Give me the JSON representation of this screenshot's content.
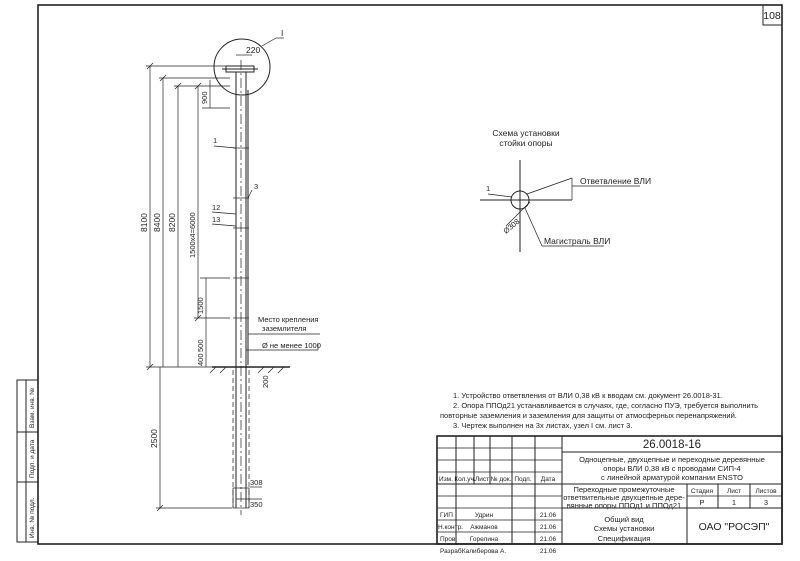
{
  "sheet": {
    "page_number": "108",
    "side_stamp": [
      "Инв. № подл.",
      "Подп. и дата",
      "Взам. инв. №"
    ]
  },
  "pole": {
    "callout_node": "I",
    "top_width": "220",
    "dim_900": "900",
    "dim_8100": "8100",
    "dim_8400": "8400",
    "dim_8200": "8200",
    "dim_1500x4": "1500х4=6000",
    "dim_1500": "1500",
    "dim_400": "400",
    "dim_500": "500",
    "dim_2500": "2500",
    "dim_200": "200",
    "dim_308": "308",
    "dim_350": "350",
    "pos_1": "1",
    "pos_3": "3",
    "pos_12": "12",
    "pos_13": "13",
    "ground_note_1": "Место крепления",
    "ground_note_2": "заземлителя",
    "ground_dia": "Ø не менее 1000"
  },
  "scheme": {
    "title_1": "Схема установки",
    "title_2": "стойки опоры",
    "pos_1": "1",
    "diameter": "Ø308",
    "branch": "Ответвление ВЛИ",
    "main": "Магистраль ВЛИ"
  },
  "notes": [
    "1. Устройство ответвления от ВЛИ 0,38 кВ к вводам см. документ 26.0018-31.",
    "2. Опора ППОд21 устанавливается в случаях, где, согласно ПУЭ, требуется выполнить",
    "повторные заземления и заземления для защиты от атмосферных перенапряжений.",
    "3. Чертеж выполнен на 3х листах, узел I см. лист 3."
  ],
  "title_block": {
    "doc_code": "26.0018-16",
    "project_title": [
      "Одноцепные, двухцепные и переходные деревянные",
      "опоры ВЛИ 0,38 кВ с проводами СИП-4",
      "с линейной арматурой компании ENSTO"
    ],
    "sheet_title": [
      "Переходные промежуточные",
      "ответвительные двухцепные дере-",
      "вянные опоры ППОд1 и ППОд21"
    ],
    "sheet_subtitle": [
      "Общий вид",
      "Схемы установки",
      "Спецификация"
    ],
    "col_headers": [
      "Изм.",
      "Кол.уч.",
      "Лист",
      "№ док.",
      "Подп.",
      "Дата"
    ],
    "stage_headers": [
      "Стадия",
      "Лист",
      "Листов"
    ],
    "stage_values": [
      "Р",
      "1",
      "3"
    ],
    "company": "ОАО \"РОСЭП\"",
    "signers": [
      {
        "role": "ГИП",
        "name": "Удрин",
        "date": "21.06"
      },
      {
        "role": "Н.контр.",
        "name": "Ажманов",
        "date": "21.06"
      },
      {
        "role": "Пров.",
        "name": "Горелина",
        "date": "21.06"
      },
      {
        "role": "Разраб.",
        "name": "Калиберова А.",
        "date": "21.06"
      }
    ]
  }
}
